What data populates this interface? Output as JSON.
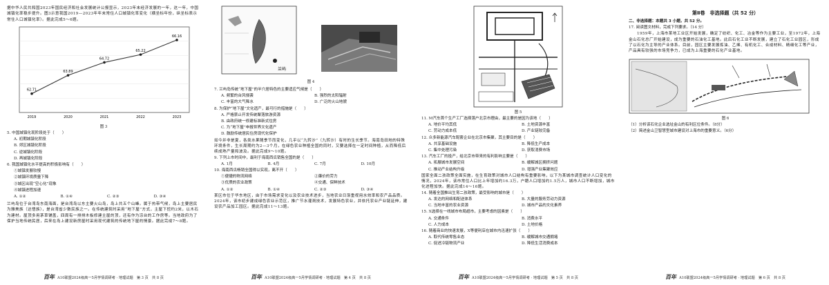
{
  "page1": {
    "intro": "据中华人民共和国2023年国民经济和社会发展统计公报显示，2023年末经济发展的一年，这一年，中国城镇化率稳步提升。图3示意我国2019—2023年年末常住人口城镇化率变化（横坐标年份，纵坐标表示常住人口城镇化率）。据此完成5～6题。",
    "chart_data": {
      "type": "line",
      "categories": [
        "2019",
        "2020",
        "2021",
        "2022",
        "2023"
      ],
      "values": [
        62.71,
        63.89,
        64.72,
        65.22,
        66.16
      ],
      "value_labels": [
        "62.71",
        "63.89",
        "64.72",
        "65.22",
        "66.16"
      ],
      "ylim": [
        61.5,
        67.0
      ]
    },
    "fig_caption": "图 3",
    "q5": "5. 中国城镇化现阶段处于（　　）",
    "q5_opts": [
      "A. 初期城镇化阶段",
      "B. 郊区城镇化阶段",
      "C. 逆城镇化阶段",
      "D. 再城镇化阶段"
    ],
    "q6": "6. 我国城镇化水平提高的积极影响有（　　）",
    "q6_items": [
      "①城镇发展较慢",
      "②城镇环境质量下降",
      "③城区出现“空心化”现象",
      "④城镇进程加速"
    ],
    "q6_opts": [
      "A. ①②",
      "B. ①④",
      "C. ②③",
      "D. ③④"
    ],
    "passage2": "兰屿岛位于台湾岛东南海面，是台湾岛以东主要火山岛，岛上共五个山峰。属于热带气候，岛上主要居民为雅美族（达悟族），是台湾省少数民族之一。在传统建筑时采用“地下屋”方式，主屋下挖约2米，以木石为建材。屋顶多用茅草铺盖，四周有一排排木板修建主屋的顶，还有作为凉台的工作房等。当地政府为了保护当地传统民居，后来在岛上建设新房屋时采用现代建筑的传统地下屋的情景。据此完成7～8题。"
  },
  "page2": {
    "fig_caption": "图 4",
    "map_label": "兰屿",
    "q7": "7. 兰屿岛传统“地下屋”的半穴居特色的主要适应气候是（　　）",
    "q7_opts": [
      "A. 频繁的台风侵袭",
      "B. 强烈的太阳辐射",
      "C. 丰富的大气降水",
      "D. 广泛的火山地貌"
    ],
    "q8": "8. 为保护“地下屋”文化遗产，最可行的措施是（　　）",
    "q8_items": [
      "A. 严格禁止开发传统聚落旅游资源",
      "B. 由政府统一修建标准新式住房",
      "C. 为“地下屋”申报世界文化遗产",
      "D. 鼓励传统居民住房现代化保护"
    ],
    "passage": "如今并非是夏，各类水果随季节而变化，几乎以“九转沙”（九转沙）有时的生长季节。海南岛田地的特殊环境条件，生长周期约为2—3个月，在绿色农业种植全国的同时，又要选择在一定时间种植，从而降低后续成熟产量和波及。据此完成9～10题。",
    "q9": "9. 下列上市时间中，最利于海南西瓜销售全国的是（　　）",
    "q9_opts": [
      "A. 1月",
      "B. 4月",
      "C. 7月",
      "D. 10月"
    ],
    "q10": "10. 海南西瓜畅销全国得以实现，离不开（　　）",
    "q10_items": [
      "①便捷的物流网络",
      "②廉价的劳力",
      "③优质的农业政策",
      "④交通、保鲜技术"
    ],
    "q10_opts": [
      "A. ①②",
      "B. ①④",
      "C. ②③",
      "D. ③④"
    ],
    "passage2": "某区市位于华东地区，由于市场需求变化以及农业技术进步，当地农业日渐重视用水效率和农产品品质。2024年，该市初步建成绿色农业示范区，推广节水灌溉技术，发展特色农业，并依托农业产业链延伸，建设农产品加工园区。据此完成11～13题。"
  },
  "page3": {
    "fig_caption": "图 5",
    "q11": "11. M汽车首个生产工厂选择落户北京市理由，最主要的是因为该地（　　）",
    "q11_opts": [
      "A. 地价平均其低",
      "B. 土地资源丰富",
      "C. 劳动力成本低",
      "D. 产业链较完备"
    ],
    "q12": "12. 众多新能源汽车配套企业在北京市集聚，其主要目的是（　　）",
    "q12_opts": [
      "A. 共享基础设施",
      "B. 降低生产成本",
      "C. 集中处理污染",
      "D. 获取消费市场"
    ],
    "q13": "13. 汽车工厂的投产，给北京市带来的有利影响主要是（　　）",
    "q13_opts": [
      "A. 拓展城市发展空间",
      "B. 缓解城区拥挤问题",
      "C. 推动产业结构升级",
      "D. 增强产业集聚效应"
    ],
    "passage": "国家全面二孩政策全面实施，在生育政策对城市人口结构有重要影响，以下为某城市调查统计人口变化的情况，2024年，该市常住人口比上年增加约16.3万，户籍人口增加约1.5万人，城市人口不断增加，城市化进程加快。据此完成14～16题。",
    "q14": "14. 随着全国推出生育二孩政策，最受影响的城市是（　　）",
    "q14_opts": [
      "A. 发达的网络和配送体系",
      "B. 大量的服务劳动力资源",
      "C. 当地丰富的农业资源",
      "D. 城市产品的文化素养"
    ],
    "q15": "15. X选择在一线城市布局超市，主要考虑的因素是（　　）",
    "q15_opts": [
      "A. 交通条件",
      "B. 消费水平",
      "C. 人力成本",
      "D. 土地价格"
    ],
    "q16": "16. 随着商业的快速发展，X等便利店在城市内迅速扩张（　　）",
    "q16_opts": [
      "A. 取代传统零售业态",
      "B. 缓解城市交通拥堵",
      "C. 促进冷链物流产业",
      "D. 降低生活消费成本"
    ]
  },
  "page4": {
    "section": "第Ⅱ卷　非选择题（共 52 分）",
    "instr": "二、非选择题：本题共 3 小题，共 52 分。",
    "q17": "17. 阅读图文材料，完成下列要求。（14 分）",
    "passage": "1959年，上海市某地工业区开始发展，确定了纺织、化工、冶金等作为主要工业，至1972年，上海金山石化总厂开始建设，成为重要的石油化工基地。此后石化工业不断发展，建立了石化工业园区，形成了以石化为主导的产业体系。目前，园区主要发展炼油、乙烯、有机化工、合成材料、精细化工等产业，产品具有较强的市场竞争力，已成为上海重要的石化产业基地。",
    "fig_caption": "图 6",
    "sq1": "（1）分析该石化企业选址金山的有利区位条件。（8分）",
    "sq2": "（2）简述金山卫智慧型城市建设对上海市的重要意义。（6分）"
  },
  "footer": {
    "logo": "百年",
    "p1": "A10联盟2024级高一5月学情调研考 · 地理试题　第 3 页　共 8 页",
    "p2": "A10联盟2024级高一5月学情调研考 · 地理试题　第 4 页　共 8 页",
    "p3": "A10联盟2024级高一5月学情调研考 · 地理试题　第 5 页　共 8 页",
    "p4": "A10联盟2024级高一5月学情调研考 · 地理试题　第 6 页　共 8 页"
  }
}
